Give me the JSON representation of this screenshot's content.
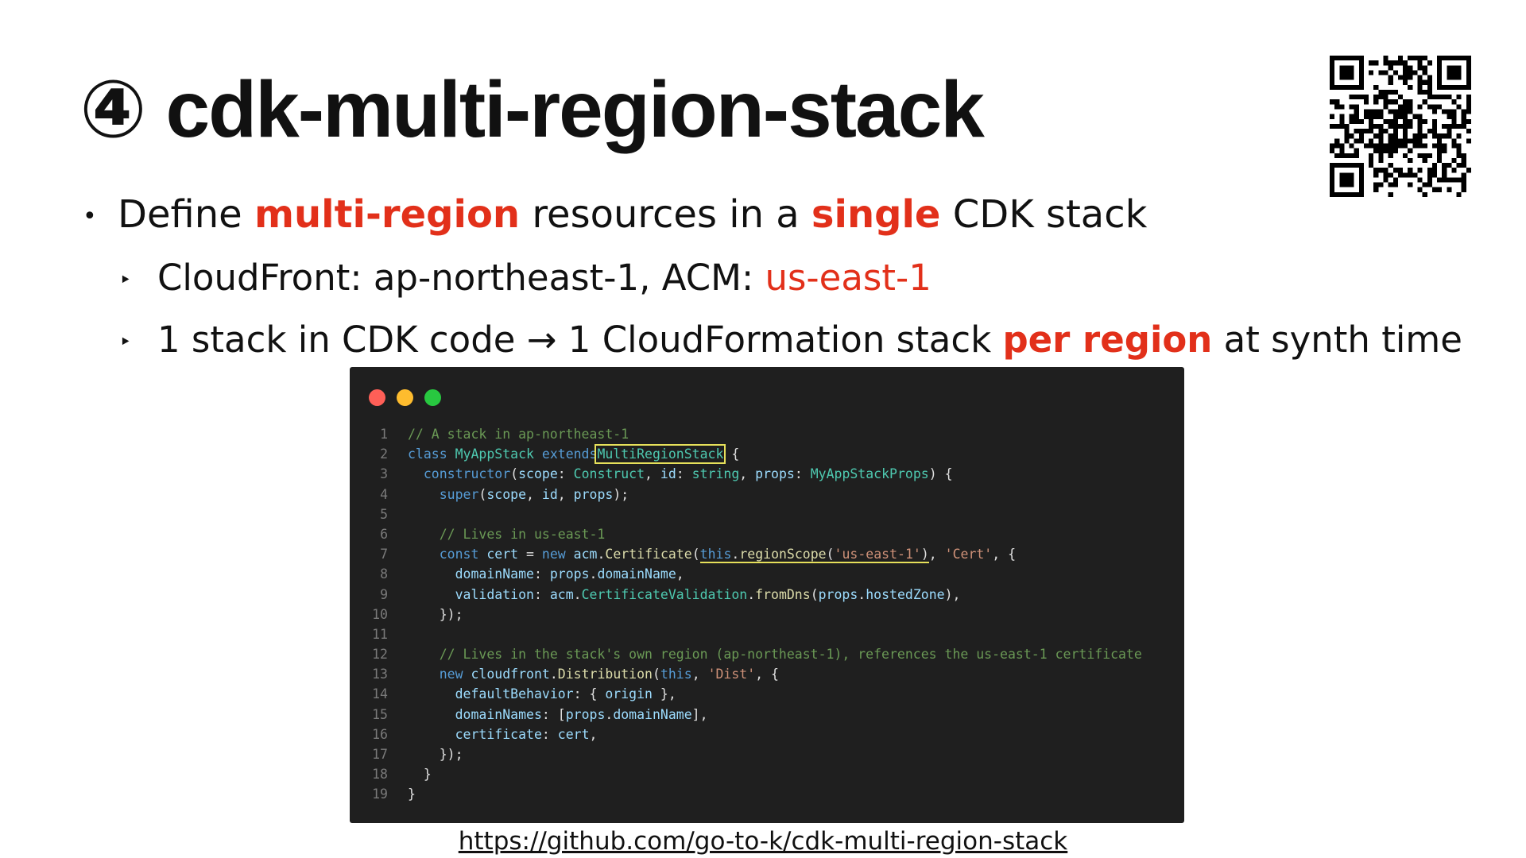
{
  "slide": {
    "title": "④ cdk-multi-region-stack",
    "bullets": {
      "b1": {
        "marker": "•",
        "t1": "Define ",
        "t2": "multi-region",
        "t3": " resources in a ",
        "t4": "single",
        "t5": " CDK stack"
      },
      "b2": {
        "marker": "‣",
        "t1": "CloudFront: ap-northeast-1, ACM: ",
        "t2": "us-east-1"
      },
      "b3": {
        "marker": "‣",
        "t1": "1 stack in CDK code → 1 CloudFormation stack ",
        "t2": "per region",
        "t3": " at synth time"
      }
    },
    "link": "https://github.com/go-to-k/cdk-multi-region-stack",
    "colors": {
      "accent": "#e2301a",
      "editor_bg": "#1f1f1f",
      "highlight": "#e6e05a"
    },
    "icons": {
      "qr": "qr-code-icon"
    }
  },
  "editor": {
    "window_buttons": [
      {
        "name": "close",
        "color": "#ff5f57"
      },
      {
        "name": "minimize",
        "color": "#febc2e"
      },
      {
        "name": "maximize",
        "color": "#28c840"
      }
    ],
    "lines": [
      {
        "n": "1",
        "tokens": [
          [
            "cm",
            "// A stack in ap-northeast-1"
          ]
        ]
      },
      {
        "n": "2",
        "tokens": [
          [
            "kw",
            "class "
          ],
          [
            "ty",
            "MyAppStack "
          ],
          [
            "kw",
            "extends"
          ],
          [
            "tyb",
            "MultiRegionStack"
          ],
          [
            "pl",
            " {"
          ]
        ]
      },
      {
        "n": "3",
        "tokens": [
          [
            "pl",
            "  "
          ],
          [
            "kw",
            "constructor"
          ],
          [
            "pl",
            "("
          ],
          [
            "vr",
            "scope"
          ],
          [
            "pl",
            ": "
          ],
          [
            "ty",
            "Construct"
          ],
          [
            "pl",
            ", "
          ],
          [
            "vr",
            "id"
          ],
          [
            "pl",
            ": "
          ],
          [
            "ty",
            "string"
          ],
          [
            "pl",
            ", "
          ],
          [
            "vr",
            "props"
          ],
          [
            "pl",
            ": "
          ],
          [
            "ty",
            "MyAppStackProps"
          ],
          [
            "pl",
            ") {"
          ]
        ]
      },
      {
        "n": "4",
        "tokens": [
          [
            "pl",
            "    "
          ],
          [
            "kw",
            "super"
          ],
          [
            "pl",
            "("
          ],
          [
            "vr",
            "scope"
          ],
          [
            "pl",
            ", "
          ],
          [
            "vr",
            "id"
          ],
          [
            "pl",
            ", "
          ],
          [
            "vr",
            "props"
          ],
          [
            "pl",
            ");"
          ]
        ]
      },
      {
        "n": "5",
        "tokens": []
      },
      {
        "n": "6",
        "tokens": [
          [
            "pl",
            "    "
          ],
          [
            "cm",
            "// Lives in us-east-1"
          ]
        ]
      },
      {
        "n": "7",
        "tokens": [
          [
            "pl",
            "    "
          ],
          [
            "kw",
            "const "
          ],
          [
            "vr",
            "cert"
          ],
          [
            "pl",
            " = "
          ],
          [
            "kw",
            "new "
          ],
          [
            "vr",
            "acm"
          ],
          [
            "pl",
            "."
          ],
          [
            "fn",
            "Certificate"
          ],
          [
            "pl",
            "("
          ],
          [
            "kwu",
            "this"
          ],
          [
            "plu",
            "."
          ],
          [
            "fnu",
            "regionScope"
          ],
          [
            "plu",
            "("
          ],
          [
            "stu",
            "'us-east-1'"
          ],
          [
            "plu",
            ")"
          ],
          [
            "pl",
            ", "
          ],
          [
            "st",
            "'Cert'"
          ],
          [
            "pl",
            ", {"
          ]
        ]
      },
      {
        "n": "8",
        "tokens": [
          [
            "pl",
            "      "
          ],
          [
            "vr",
            "domainName"
          ],
          [
            "pl",
            ": "
          ],
          [
            "vr",
            "props"
          ],
          [
            "pl",
            "."
          ],
          [
            "vr",
            "domainName"
          ],
          [
            "pl",
            ","
          ]
        ]
      },
      {
        "n": "9",
        "tokens": [
          [
            "pl",
            "      "
          ],
          [
            "vr",
            "validation"
          ],
          [
            "pl",
            ": "
          ],
          [
            "vr",
            "acm"
          ],
          [
            "pl",
            "."
          ],
          [
            "ty",
            "CertificateValidation"
          ],
          [
            "pl",
            "."
          ],
          [
            "fn",
            "fromDns"
          ],
          [
            "pl",
            "("
          ],
          [
            "vr",
            "props"
          ],
          [
            "pl",
            "."
          ],
          [
            "vr",
            "hostedZone"
          ],
          [
            "pl",
            "),"
          ]
        ]
      },
      {
        "n": "10",
        "tokens": [
          [
            "pl",
            "    });"
          ]
        ]
      },
      {
        "n": "11",
        "tokens": []
      },
      {
        "n": "12",
        "tokens": [
          [
            "pl",
            "    "
          ],
          [
            "cm",
            "// Lives in the stack's own region (ap-northeast-1), references the us-east-1 certificate"
          ]
        ]
      },
      {
        "n": "13",
        "tokens": [
          [
            "pl",
            "    "
          ],
          [
            "kw",
            "new "
          ],
          [
            "vr",
            "cloudfront"
          ],
          [
            "pl",
            "."
          ],
          [
            "fn",
            "Distribution"
          ],
          [
            "pl",
            "("
          ],
          [
            "kw",
            "this"
          ],
          [
            "pl",
            ", "
          ],
          [
            "st",
            "'Dist'"
          ],
          [
            "pl",
            ", {"
          ]
        ]
      },
      {
        "n": "14",
        "tokens": [
          [
            "pl",
            "      "
          ],
          [
            "vr",
            "defaultBehavior"
          ],
          [
            "pl",
            ": { "
          ],
          [
            "vr",
            "origin"
          ],
          [
            "pl",
            " },"
          ]
        ]
      },
      {
        "n": "15",
        "tokens": [
          [
            "pl",
            "      "
          ],
          [
            "vr",
            "domainNames"
          ],
          [
            "pl",
            ": ["
          ],
          [
            "vr",
            "props"
          ],
          [
            "pl",
            "."
          ],
          [
            "vr",
            "domainName"
          ],
          [
            "pl",
            "],"
          ]
        ]
      },
      {
        "n": "16",
        "tokens": [
          [
            "pl",
            "      "
          ],
          [
            "vr",
            "certificate"
          ],
          [
            "pl",
            ": "
          ],
          [
            "vr",
            "cert"
          ],
          [
            "pl",
            ","
          ]
        ]
      },
      {
        "n": "17",
        "tokens": [
          [
            "pl",
            "    });"
          ]
        ]
      },
      {
        "n": "18",
        "tokens": [
          [
            "pl",
            "  }"
          ]
        ]
      },
      {
        "n": "19",
        "tokens": [
          [
            "pl",
            "}"
          ]
        ]
      }
    ]
  }
}
